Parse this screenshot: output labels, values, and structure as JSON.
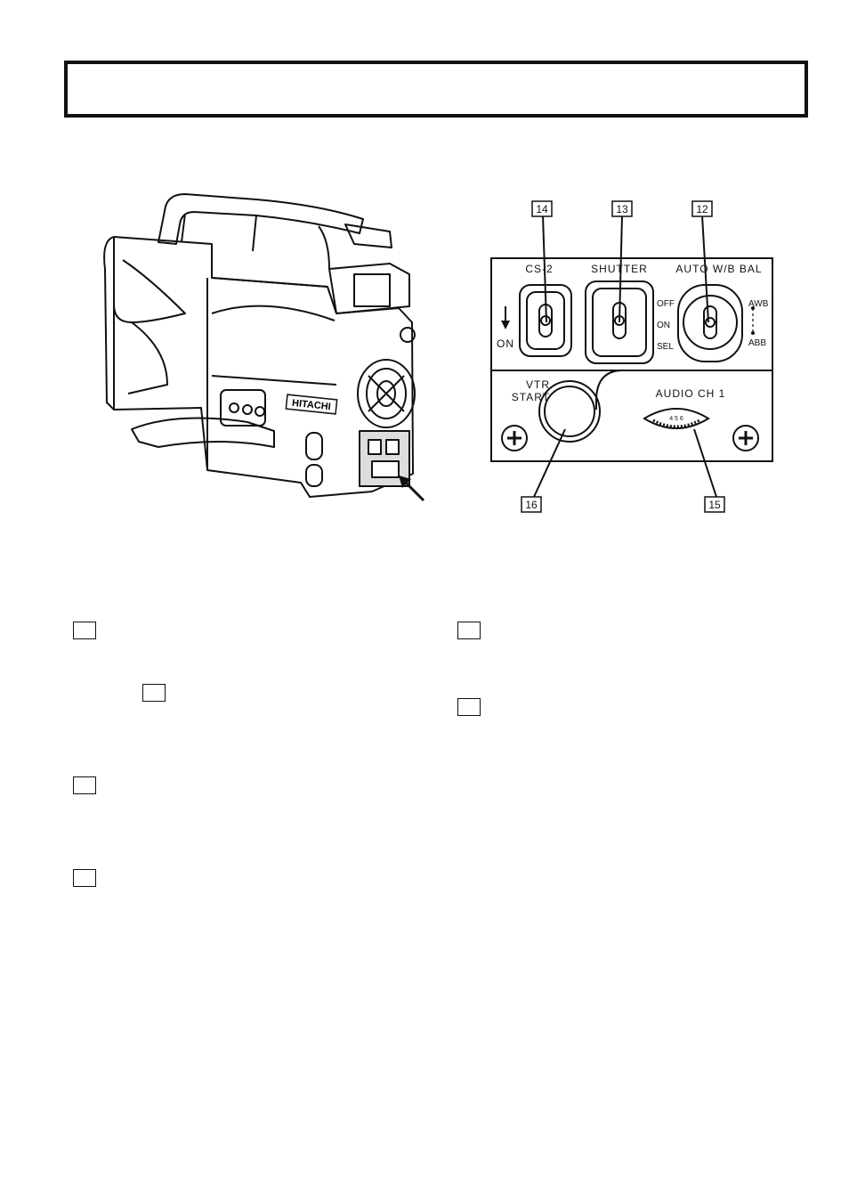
{
  "page": {
    "title": ""
  },
  "camera": {
    "brand_label": "HITACHI"
  },
  "control_panel": {
    "callouts": {
      "cs2_number": "14",
      "shutter_number": "13",
      "auto_wb_number": "12",
      "vtr_start_number": "16",
      "audio_ch1_number": "15"
    },
    "labels": {
      "cs2": "CS-2",
      "shutter": "SHUTTER",
      "auto_wb_bal": "AUTO W/B BAL",
      "on_arrow": "ON",
      "off": "OFF",
      "on": "ON",
      "sel": "SEL",
      "awb": "AWB",
      "abb": "ABB",
      "vtr": "VTR",
      "start": "START",
      "audio_ch1": "AUDIO CH 1",
      "dial_scale": "4 5 6"
    }
  }
}
